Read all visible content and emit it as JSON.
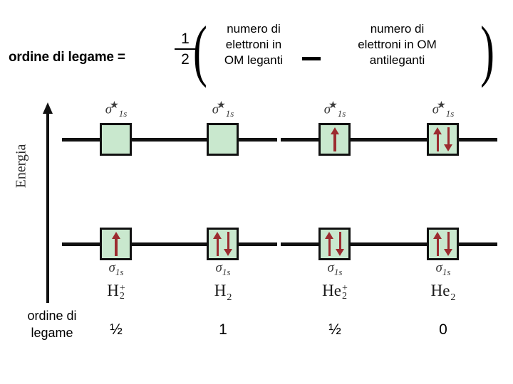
{
  "formula": {
    "label": "ordine di legame =",
    "equals_included": true,
    "fraction_numerator": "1",
    "fraction_denominator": "2",
    "paren_open": "(",
    "paren_close": ")",
    "operator": "—",
    "term_left_lines": [
      "numero di",
      "elettroni in",
      "OM leganti"
    ],
    "term_right_lines": [
      "numero di",
      "elettroni in OM",
      "antileganti"
    ]
  },
  "axis": {
    "label": "Energia",
    "direction": "up"
  },
  "diagram": {
    "antibonding_label_sigma": "σ",
    "antibonding_label_sub": "1s",
    "antibonding_label_star": "★",
    "bonding_label_sigma": "σ",
    "bonding_label_sub": "1s",
    "columns": [
      {
        "molecule_symbol": "H",
        "molecule_sub": "2",
        "molecule_sup": "+",
        "antibonding_electrons": [],
        "bonding_electrons": [
          "up"
        ],
        "bond_order": "½"
      },
      {
        "molecule_symbol": "H",
        "molecule_sub": "2",
        "molecule_sup": "",
        "antibonding_electrons": [],
        "bonding_electrons": [
          "up",
          "down"
        ],
        "bond_order": "1"
      },
      {
        "molecule_symbol": "He",
        "molecule_sub": "2",
        "molecule_sup": "+",
        "antibonding_electrons": [
          "up"
        ],
        "bonding_electrons": [
          "up",
          "down"
        ],
        "bond_order": "½"
      },
      {
        "molecule_symbol": "He",
        "molecule_sub": "2",
        "molecule_sup": "",
        "antibonding_electrons": [
          "up",
          "down"
        ],
        "bonding_electrons": [
          "up",
          "down"
        ],
        "bond_order": "0"
      }
    ]
  },
  "footer": {
    "bond_order_label_line1": "ordine  di",
    "bond_order_label_line2": "legame"
  },
  "colors": {
    "box_fill": "#c9e8ce",
    "box_border": "#111111",
    "electron_arrow": "#9c2b2f",
    "line": "#111111",
    "text": "#000000"
  }
}
